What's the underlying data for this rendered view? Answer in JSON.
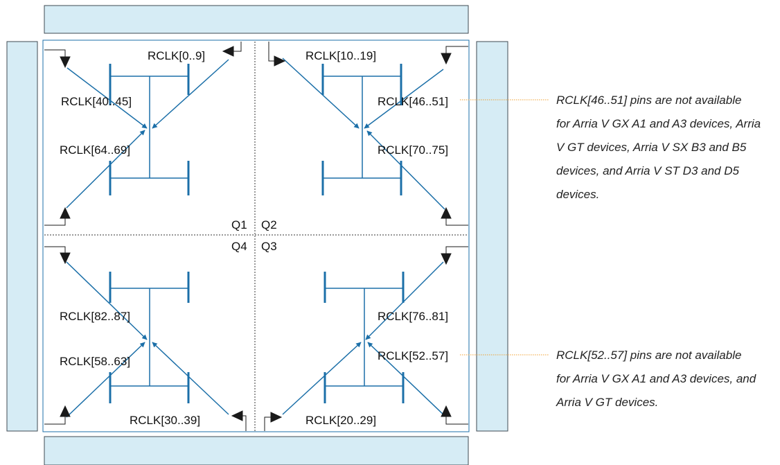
{
  "colors": {
    "bank_fill": "#d6ecf5",
    "bank_stroke": "#3f4a52",
    "route": "#1b6fa8",
    "arrow_dark": "#1a1a1a",
    "leader": "#f0a030",
    "divider": "#333333"
  },
  "quadrants": {
    "q1": "Q1",
    "q2": "Q2",
    "q3": "Q3",
    "q4": "Q4"
  },
  "labels": {
    "q1_top": "RCLK[0..9]",
    "q1_upper": "RCLK[40..45]",
    "q1_lower": "RCLK[64..69]",
    "q2_top": "RCLK[10..19]",
    "q2_upper": "RCLK[46..51]",
    "q2_lower": "RCLK[70..75]",
    "q4_upper": "RCLK[82..87]",
    "q4_lower": "RCLK[58..63]",
    "q4_bottom": "RCLK[30..39]",
    "q3_upper": "RCLK[76..81]",
    "q3_lower": "RCLK[52..57]",
    "q3_bottom": "RCLK[20..29]"
  },
  "notes": {
    "upper": [
      "RCLK[46..51] pins are not available",
      "for Arria V GX A1 and A3 devices, Arria",
      "V GT devices, Arria V SX B3 and B5",
      "devices, and Arria V ST D3 and D5",
      "devices."
    ],
    "lower": [
      "RCLK[52..57] pins are not available",
      "for Arria V GX A1 and A3 devices, and",
      "Arria V GT devices."
    ]
  }
}
